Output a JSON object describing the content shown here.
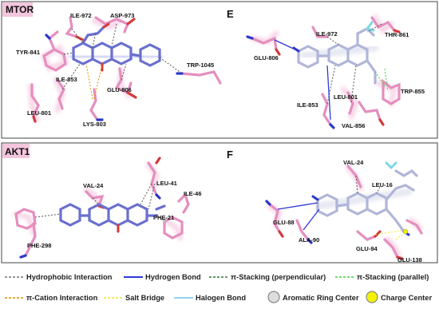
{
  "panels": [
    {
      "title": "MTOR",
      "letter": "E"
    },
    {
      "title": "AKT1",
      "letter": "F"
    }
  ],
  "residues": {
    "mtor_left": [
      "ILE-972",
      "ASP-973",
      "TYR-841",
      "ILE-853",
      "TRP-1045",
      "GLU-806",
      "LEU-801",
      "LYS-803"
    ],
    "mtor_right": [
      "ILE-972",
      "THR-861",
      "GLU-806",
      "ILE-853",
      "LEU-801",
      "TRP-855",
      "VAL-856"
    ],
    "akt_left": [
      "VAL-24",
      "LEU-41",
      "ILE-46",
      "PHE-21",
      "PHE-298"
    ],
    "akt_right": [
      "VAL-24",
      "LEU-16",
      "GLU-88",
      "ALA-90",
      "GLU-94",
      "GLU-138"
    ]
  },
  "legend": {
    "items": [
      {
        "label": "Hydrophobic Interaction",
        "color": "#777777",
        "style": "dashed"
      },
      {
        "label": "Hydrogen Bond",
        "color": "#2f39d8",
        "style": "solid"
      },
      {
        "label": "π-Stacking (perpendicular)",
        "color": "#2e7d32",
        "style": "dashed"
      },
      {
        "label": "π-Stacking (parallel)",
        "color": "#3fd23f",
        "style": "dashed"
      },
      {
        "label": "π-Cation Interaction",
        "color": "#e08a00",
        "style": "dashed"
      },
      {
        "label": "Salt Bridge",
        "color": "#e6e62a",
        "style": "dashed"
      },
      {
        "label": "Halogen Bond",
        "color": "#8fd4ec",
        "style": "solid"
      },
      {
        "label": "Aromatic Ring Center",
        "color": "#dddddd",
        "style": "circle"
      },
      {
        "label": "Charge Center",
        "color": "#f2f200",
        "style": "circle"
      }
    ]
  },
  "colors": {
    "residue": "#e48fbf",
    "ligand": "#6a6fcf",
    "ligand_light": "#b9bfdc",
    "oxygen": "#e23b3b",
    "nitrogen": "#2a37c8",
    "fluorine": "#7fd8e8"
  }
}
